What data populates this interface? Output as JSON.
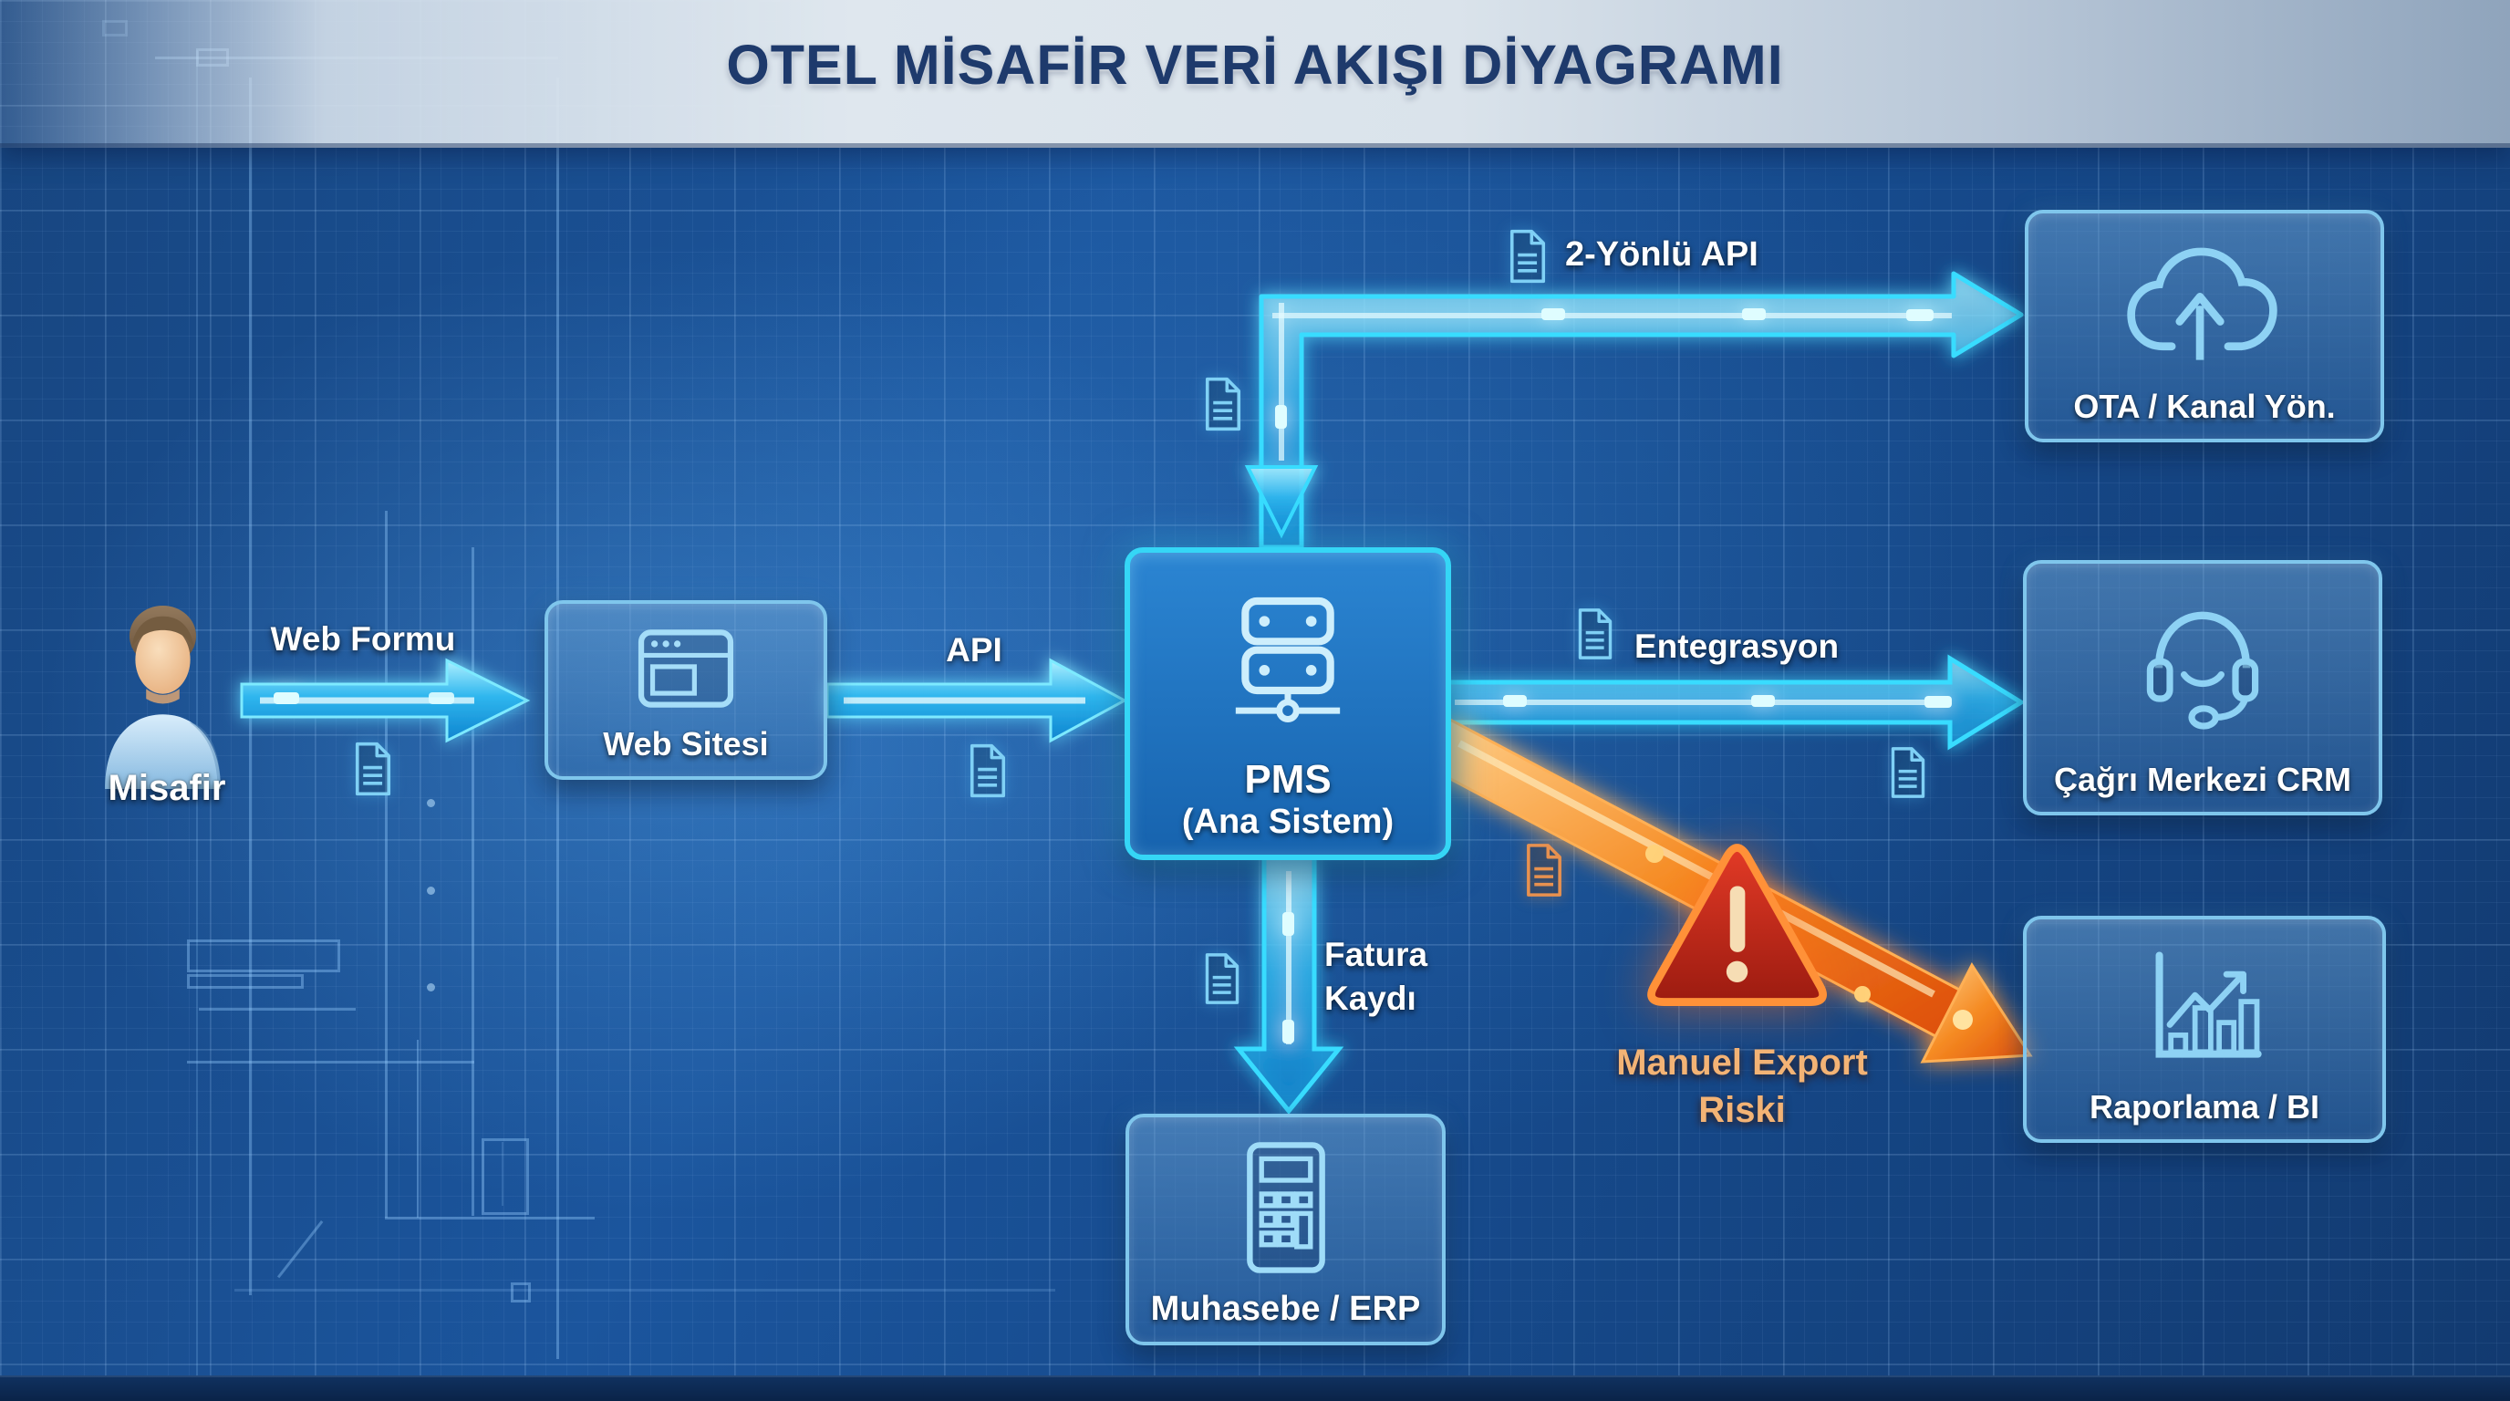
{
  "title": "OTEL MİSAFİR VERİ AKIŞI DİYAGRAMI",
  "nodes": {
    "guest": {
      "label": "Misafir",
      "icon": "user-icon"
    },
    "website": {
      "label": "Web Sitesi",
      "icon": "browser-icon"
    },
    "pms": {
      "label": "PMS",
      "sublabel": "(Ana Sistem)",
      "icon": "server-icon"
    },
    "ota": {
      "label": "OTA / Kanal Yön.",
      "icon": "cloud-upload-icon"
    },
    "crm": {
      "label": "Çağrı Merkezi CRM",
      "icon": "headset-icon"
    },
    "reporting": {
      "label": "Raporlama / BI",
      "icon": "bar-chart-icon"
    },
    "accounting": {
      "label": "Muhasebe / ERP",
      "icon": "calculator-icon"
    }
  },
  "flows": {
    "web_form": {
      "label": "Web Formu"
    },
    "api": {
      "label": "API"
    },
    "two_way_api": {
      "label": "2-Yönlü API"
    },
    "integration": {
      "label": "Entegrasyon"
    },
    "invoice_record": {
      "line1": "Fatura",
      "line2": "Kaydı"
    },
    "manual_export_risk": {
      "line1": "Manuel Export",
      "line2": "Riski"
    }
  },
  "colors": {
    "flow_cyan": "#35dcff",
    "risk_orange": "#f58a22",
    "warning_red": "#c22418",
    "risk_text": "#f3b375",
    "title_text": "#1e3a6c",
    "box_border": "#7fc6ec",
    "pms_border": "#35d6f6",
    "background_blue": "#1b559d",
    "banner_light": "#dfe7ee"
  }
}
